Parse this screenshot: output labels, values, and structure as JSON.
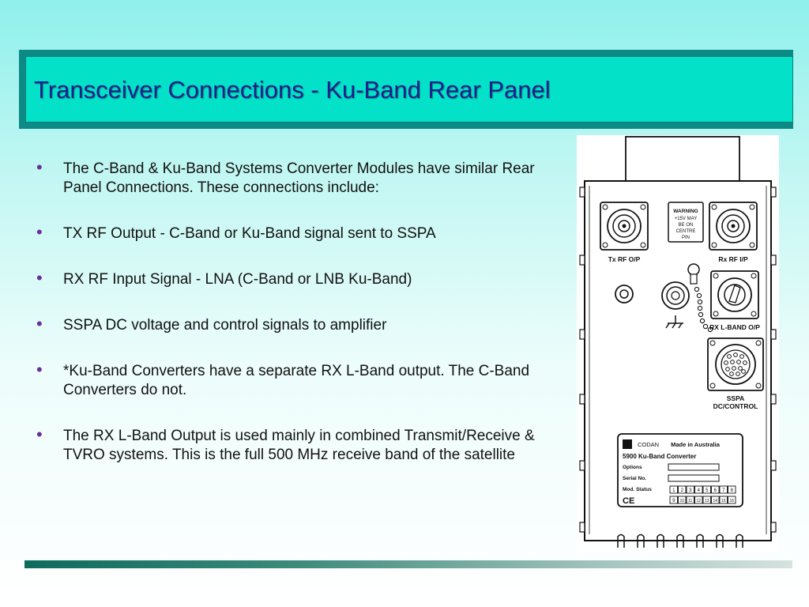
{
  "title": "Transceiver Connections  -  Ku-Band Rear Panel",
  "bullets": [
    "The C-Band & Ku-Band Systems  Converter Modules have similar Rear Panel Connections. These connections include:",
    "TX RF Output - C-Band or Ku-Band signal sent to SSPA",
    "RX RF Input Signal - LNA (C-Band or LNB Ku-Band)",
    "SSPA DC voltage and control signals to amplifier",
    "*Ku-Band Converters have a separate RX L-Band output. The C-Band Converters do not.",
    "The RX L-Band Output is used mainly in combined Transmit/Receive & TVRO systems. This is the full 500 MHz receive band of the satellite"
  ],
  "panel": {
    "tx_label": "Tx RF O/P",
    "rx_label": "Rx RF I/P",
    "warning_lines": [
      "WARNING",
      "+15V MAY",
      "BE ON",
      "CENTRE",
      "PIN"
    ],
    "lband_label": "RX L-BAND O/P",
    "sspa_lines": [
      "SSPA",
      "DC/CONTROL"
    ],
    "plate": {
      "brand": "CODAN",
      "made_in": "Made in Australia",
      "model": "5900 Ku-Band Converter",
      "options_label": "Options",
      "serial_label": "Serial No.",
      "mod_status_label": "Mod. Status",
      "ce_mark": "CE",
      "mod_numbers": [
        "1",
        "2",
        "3",
        "4",
        "5",
        "6",
        "7",
        "8",
        "9",
        "10",
        "11",
        "12",
        "13",
        "14",
        "15",
        "16"
      ]
    }
  },
  "colors": {
    "title_fill": "#03e1c8",
    "title_text": "#1f1f8c",
    "bullet_marker": "#6a2f9a"
  }
}
